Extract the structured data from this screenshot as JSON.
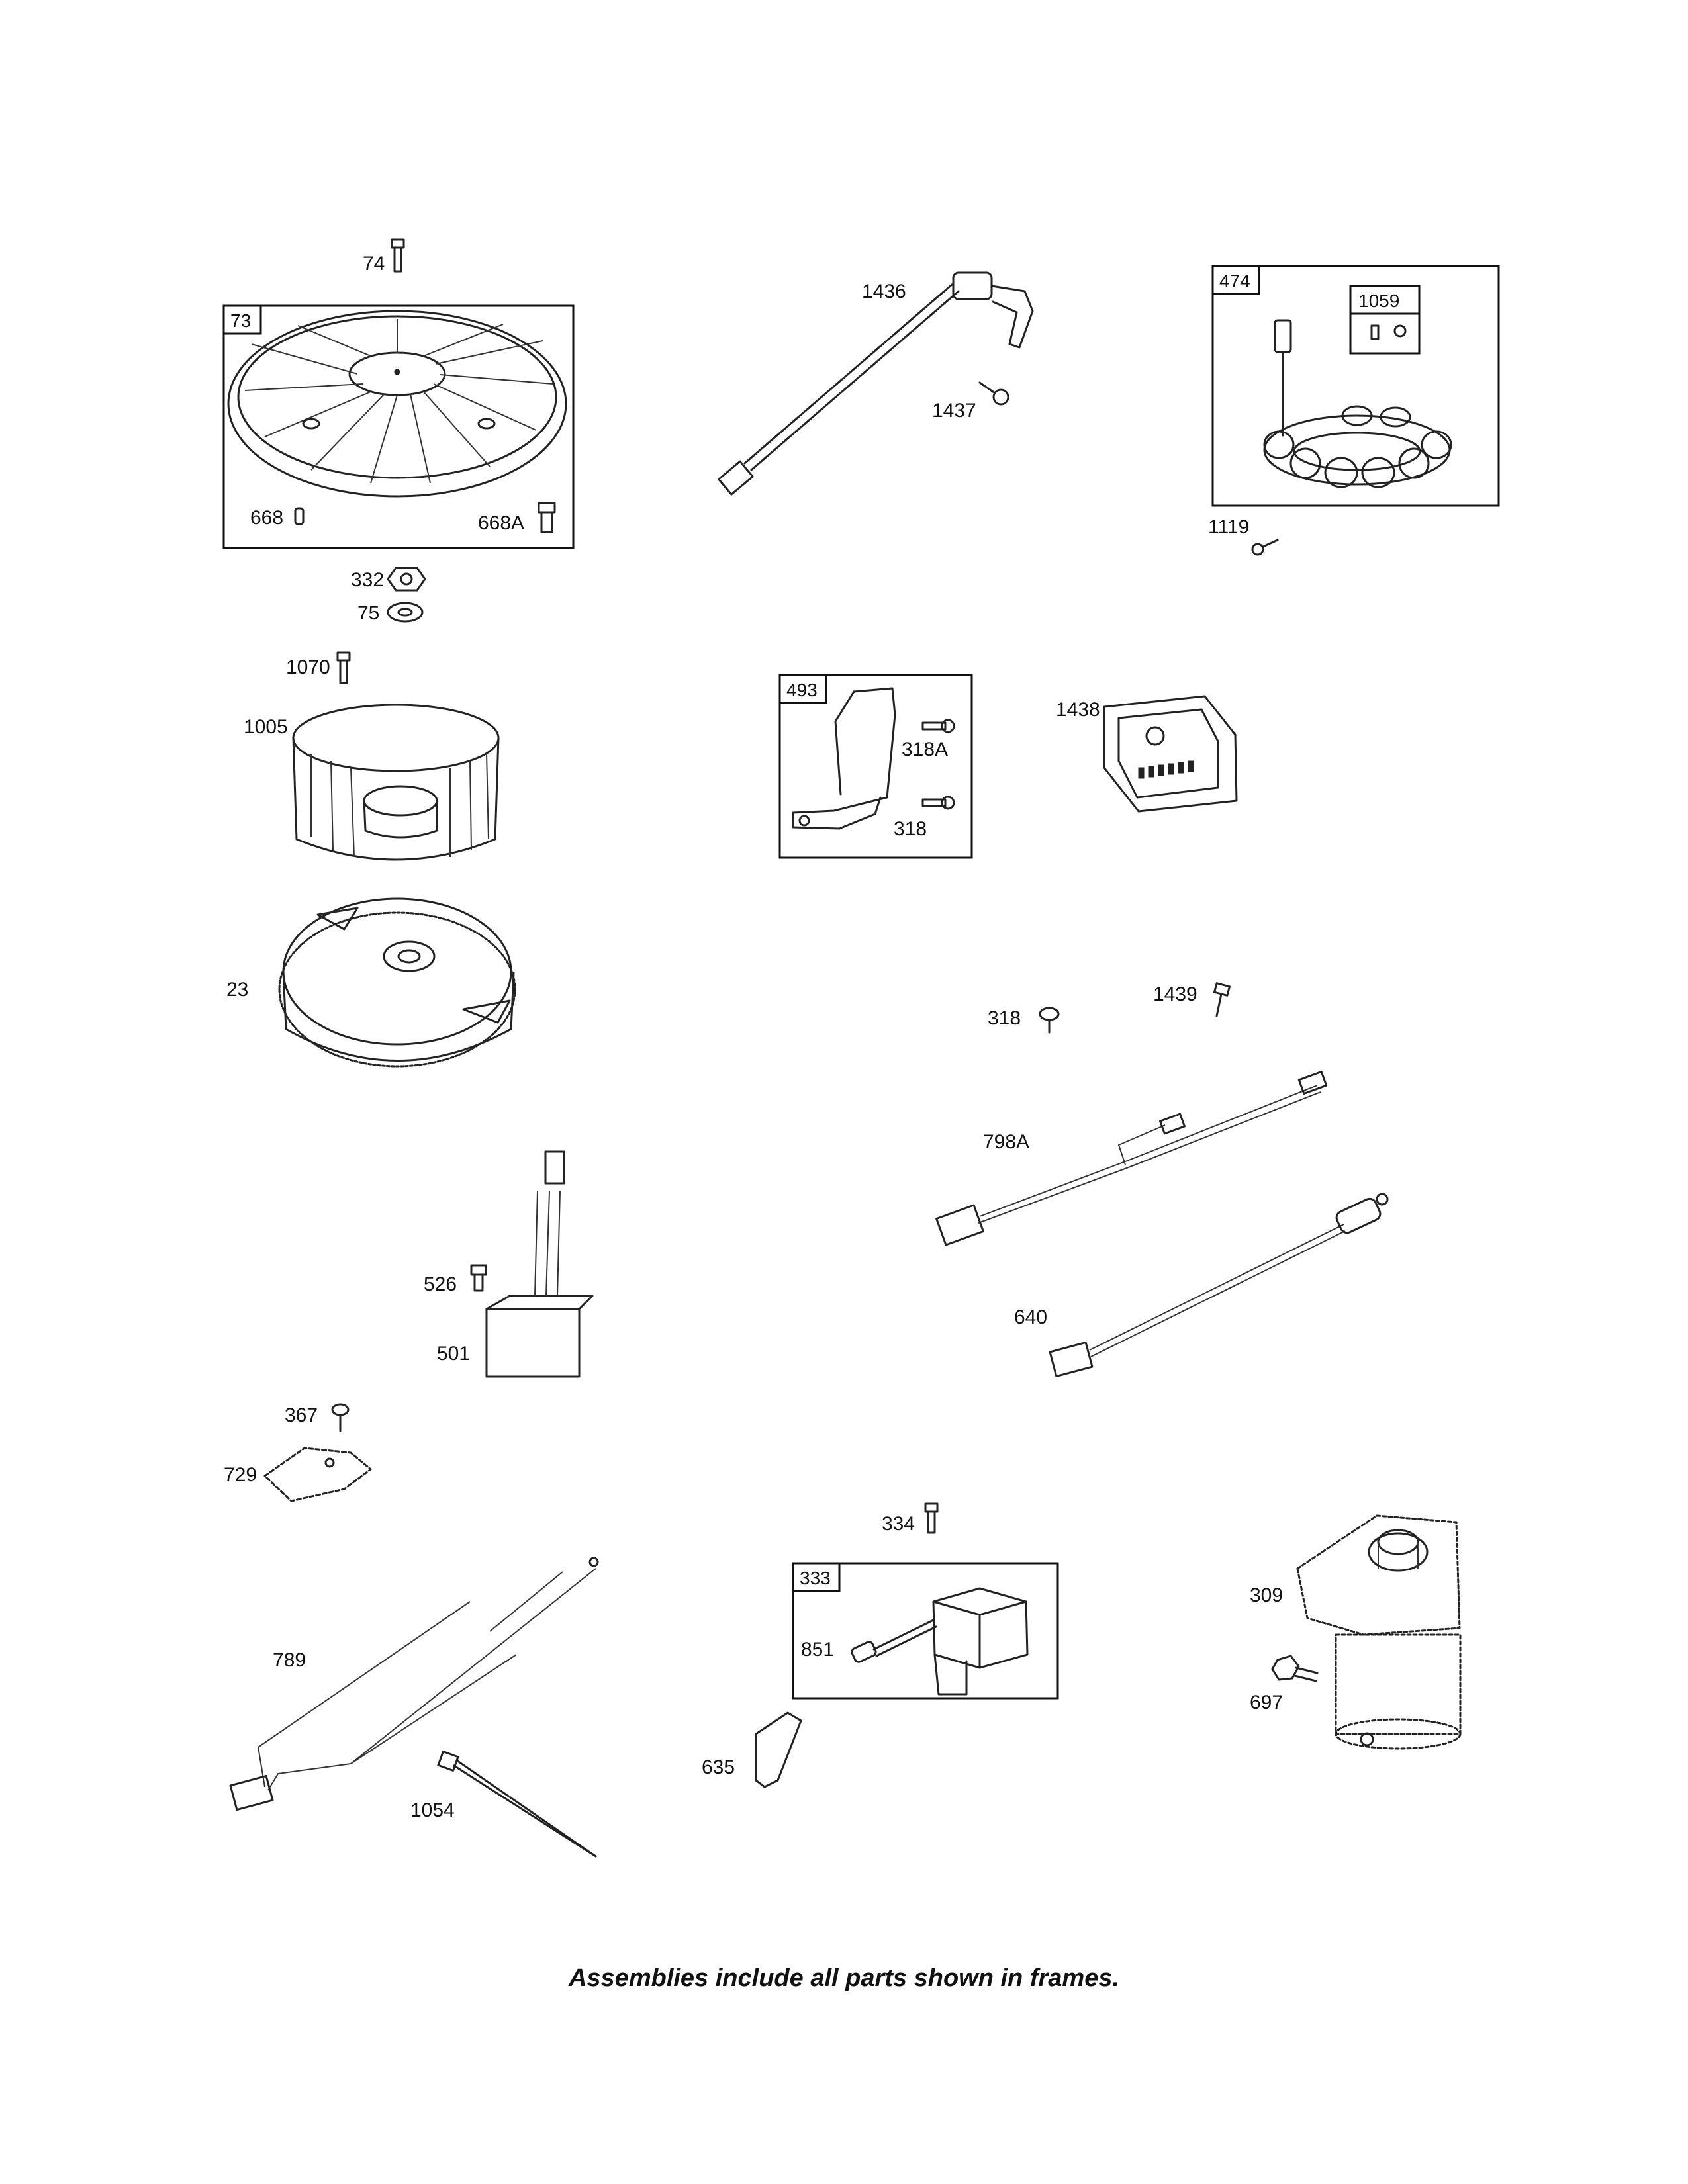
{
  "diagram": {
    "footnote": "Assemblies include all parts shown in frames.",
    "frames": [
      {
        "id": "73"
      },
      {
        "id": "474"
      },
      {
        "id": "1059"
      },
      {
        "id": "493"
      },
      {
        "id": "333"
      }
    ],
    "labels": {
      "p74": "74",
      "p73": "73",
      "p668": "668",
      "p668a": "668A",
      "p332": "332",
      "p75": "75",
      "p1070": "1070",
      "p1005": "1005",
      "p23": "23",
      "p1436": "1436",
      "p1437": "1437",
      "p474": "474",
      "p1059": "1059",
      "p1119": "1119",
      "p493": "493",
      "p318a": "318A",
      "p318b": "318",
      "p1438": "1438",
      "p318": "318",
      "p1439": "1439",
      "p798a": "798A",
      "p640": "640",
      "p526": "526",
      "p501": "501",
      "p367": "367",
      "p729": "729",
      "p789": "789",
      "p1054": "1054",
      "p334": "334",
      "p333": "333",
      "p851": "851",
      "p635": "635",
      "p309": "309",
      "p697": "697"
    }
  }
}
